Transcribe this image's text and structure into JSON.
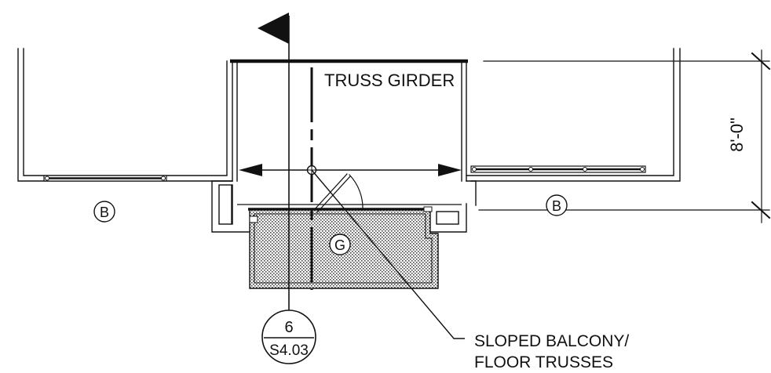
{
  "annotations": {
    "truss_girder": "TRUSS GIRDER",
    "dimension": "8'-0\"",
    "tag_left": "B",
    "tag_right": "B",
    "tag_center": "G",
    "section_number": "6",
    "section_sheet": "S4.03",
    "note_line1": "SLOPED BALCONY/",
    "note_line2": "FLOOR TRUSSES"
  }
}
